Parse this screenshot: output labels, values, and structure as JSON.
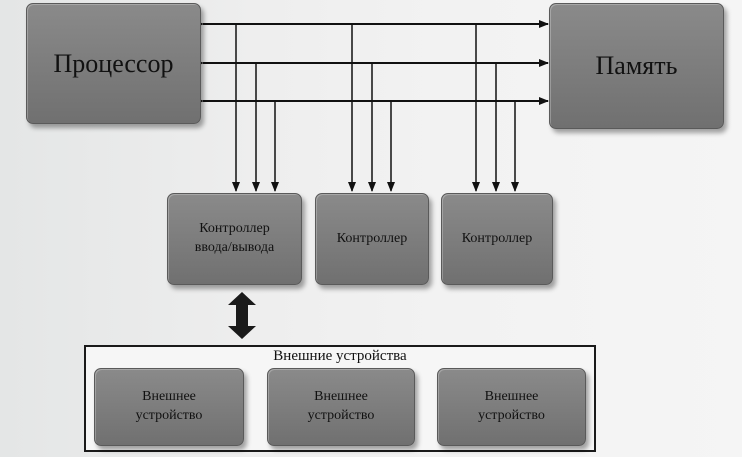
{
  "processor": {
    "label": "Процессор"
  },
  "memory": {
    "label": "Память"
  },
  "controllers": [
    {
      "label": "Контроллер ввода/вывода"
    },
    {
      "label": "Контроллер"
    },
    {
      "label": "Контроллер"
    }
  ],
  "external_group": {
    "title": "Внешние устройства",
    "devices": [
      {
        "label": "Внешнее устройство"
      },
      {
        "label": "Внешнее устройство"
      },
      {
        "label": "Внешнее устройство"
      }
    ]
  }
}
